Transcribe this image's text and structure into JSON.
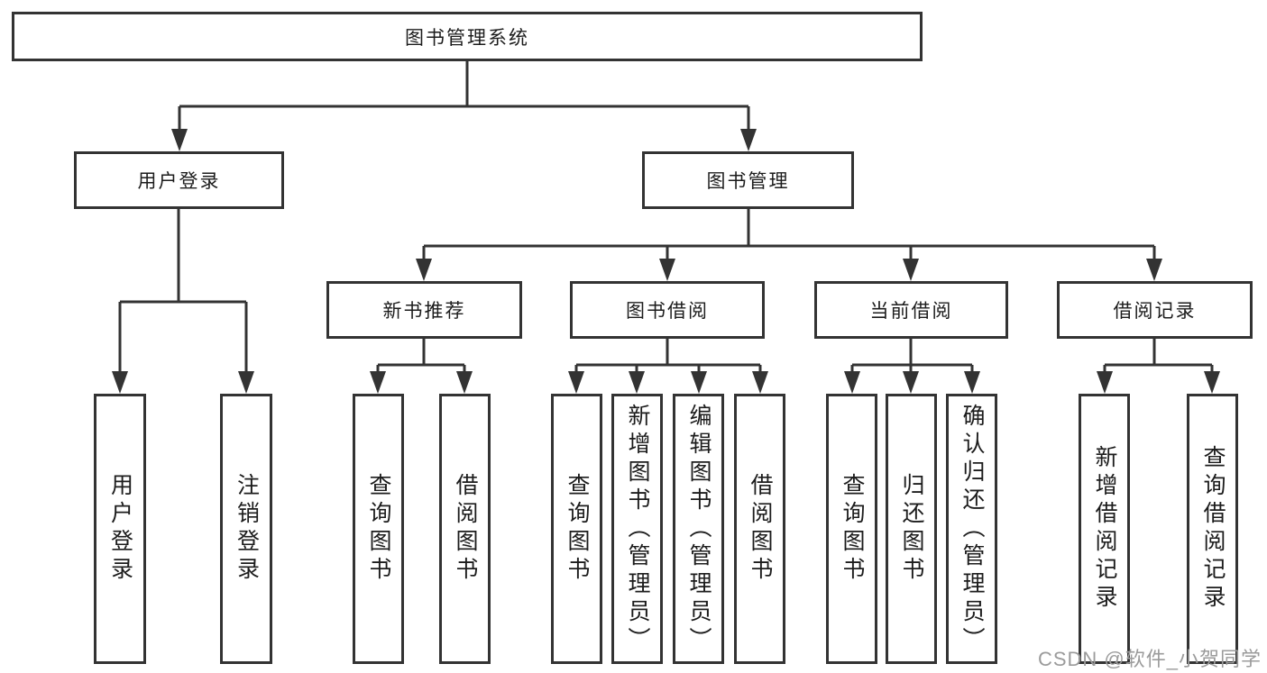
{
  "diagram": {
    "root": {
      "label": "图书管理系统"
    },
    "level2": [
      {
        "label": "用户登录"
      },
      {
        "label": "图书管理"
      }
    ],
    "level3": [
      {
        "label": "新书推荐"
      },
      {
        "label": "图书借阅"
      },
      {
        "label": "当前借阅"
      },
      {
        "label": "借阅记录"
      }
    ],
    "leaves": [
      {
        "label": "用户登录"
      },
      {
        "label": "注销登录"
      },
      {
        "label": "查询图书"
      },
      {
        "label": "借阅图书"
      },
      {
        "label": "查询图书"
      },
      {
        "label": "新增图书（管理员）"
      },
      {
        "label": "编辑图书（管理员）"
      },
      {
        "label": "借阅图书"
      },
      {
        "label": "查询图书"
      },
      {
        "label": "归还图书"
      },
      {
        "label": "确认归还（管理员）"
      },
      {
        "label": "新增借阅记录"
      },
      {
        "label": "查询借阅记录"
      }
    ],
    "hierarchy": {
      "图书管理系统": [
        "用户登录",
        "图书管理"
      ],
      "用户登录": [
        "用户登录",
        "注销登录"
      ],
      "图书管理": [
        "新书推荐",
        "图书借阅",
        "当前借阅",
        "借阅记录"
      ],
      "新书推荐": [
        "查询图书",
        "借阅图书"
      ],
      "图书借阅": [
        "查询图书",
        "新增图书（管理员）",
        "编辑图书（管理员）",
        "借阅图书"
      ],
      "当前借阅": [
        "查询图书",
        "归还图书",
        "确认归还（管理员）"
      ],
      "借阅记录": [
        "新增借阅记录",
        "查询借阅记录"
      ]
    }
  },
  "watermark": {
    "text": "CSDN @软件_小贺同学"
  },
  "colors": {
    "line": "#333333",
    "box_border": "#333333",
    "text": "#1c1c1c",
    "watermark": "#9b9b9b",
    "background": "#ffffff"
  }
}
